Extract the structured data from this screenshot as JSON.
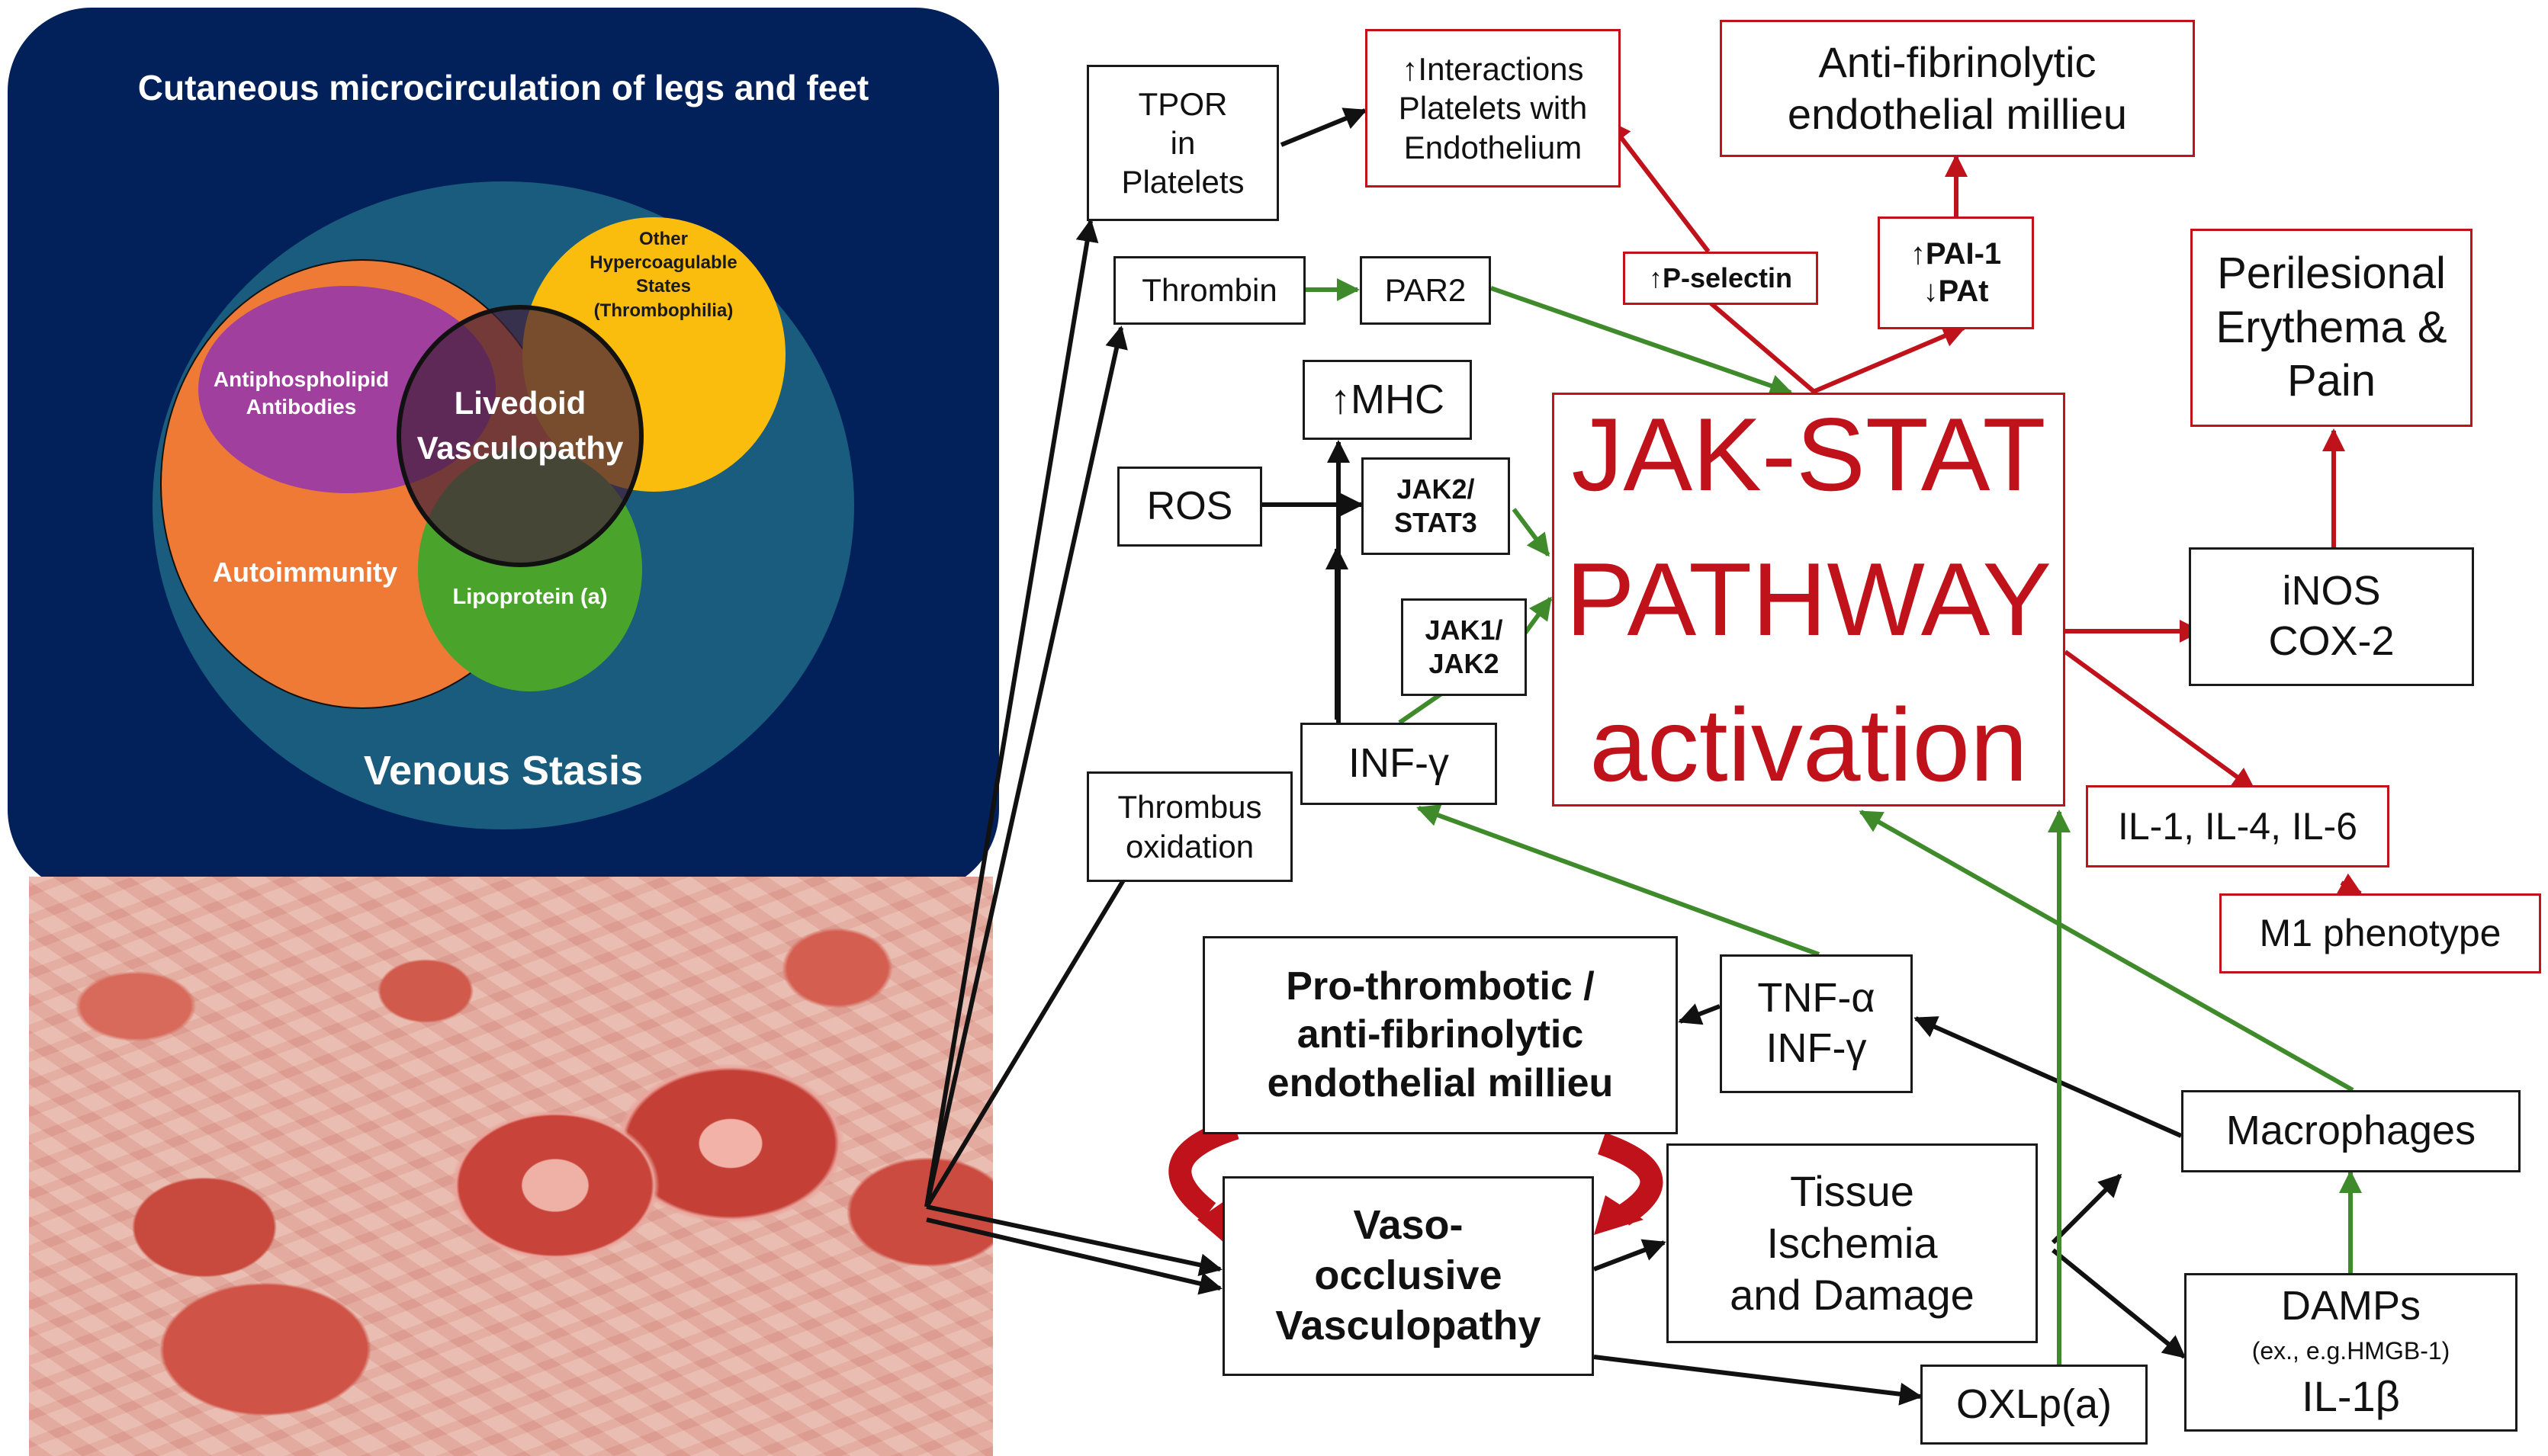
{
  "venn": {
    "title": "Cutaneous microcirculation of legs and feet",
    "venous_stasis": "Venous Stasis",
    "autoimmunity": "Autoimmunity",
    "antiphospholipid": "Antiphospholipid\nAntibodies",
    "hypercoagulable": "Other\nHypercoagulable\nStates\n(Thrombophilia)",
    "lipoprotein": "Lipoprotein (a)",
    "livedoid": "Livedoid\nVasculopathy",
    "colors": {
      "panel": "#02215a",
      "venous": "#1a5c7d",
      "autoimmunity": "#ee7a35",
      "antiphospholipid": "#a13f9f",
      "hypercoagulable": "#fbbd0d",
      "lipoprotein": "#4aa42c",
      "livedoid": "#44213a"
    }
  },
  "nodes": {
    "tpor": "TPOR\nin\nPlatelets",
    "interactions": "↑Interactions\nPlatelets with\nEndothelium",
    "antifib_top": "Anti-fibrinolytic\nendothelial millieu",
    "thrombin": "Thrombin",
    "par2": "PAR2",
    "pselectin": "↑P-selectin",
    "pai": "↑PAI-1\n↓PAt",
    "perilesional": "Perilesional\nErythema &\nPain",
    "mhc": "↑MHC",
    "ros": "ROS",
    "jak2stat3": "JAK2/\nSTAT3",
    "jak1jak2": "JAK1/\nJAK2",
    "infg": "INF-γ",
    "jakstat": "JAK-STAT\nPATHWAY\nactivation",
    "inos": "iNOS\nCOX-2",
    "il": "IL-1, IL-4, IL-6",
    "m1": "M1 phenotype",
    "thrombus": "Thrombus\noxidation",
    "prothrombotic": "Pro-thrombotic /\nanti-fibrinolytic\nendothelial millieu",
    "tnf": "TNF-α\nINF-γ",
    "macrophages": "Macrophages",
    "vaso": "Vaso-\nocclusive\nVasculopathy",
    "tissue": "Tissue\nIschemia\nand Damage",
    "damps_main": "DAMPs",
    "damps_sub": "(ex., e.g.HMGB-1)",
    "il1b": "IL-1β",
    "oxlpa": "OXLp(a)"
  },
  "colors": {
    "red": "#c0121a",
    "green": "#3f8a2a",
    "black": "#111111"
  }
}
